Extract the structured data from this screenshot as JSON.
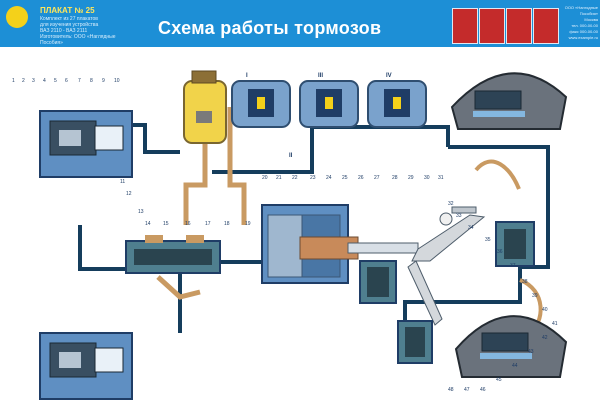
{
  "header": {
    "logo_icon": "car-logo-icon",
    "poster_number": "ПЛАКАТ № 25",
    "small_lines": [
      "Комплект из 27 плакатов",
      "для изучения устройства",
      "ВАЗ 2110 - ВАЗ 2111",
      "Изготовитель: ООО «Наглядные",
      "Пособия»"
    ],
    "title": "Схема работы тормозов",
    "right_info_lines": [
      "ООО «Наглядные",
      "Пособия»",
      "Москва",
      "тел. 000-00-00",
      "факс 000-00-00",
      "www.example.ru"
    ]
  },
  "diagram": {
    "roman_numerals": [
      "I",
      "II",
      "III",
      "IV"
    ],
    "part_numbers": [
      "1",
      "2",
      "3",
      "4",
      "5",
      "6",
      "7",
      "8",
      "9",
      "10",
      "11",
      "12",
      "13",
      "14",
      "15",
      "16",
      "17",
      "18",
      "19",
      "20",
      "21",
      "22",
      "23",
      "24",
      "25",
      "26",
      "27",
      "28",
      "29",
      "30",
      "31",
      "32",
      "33",
      "34",
      "35",
      "36",
      "37",
      "38",
      "39",
      "40",
      "41",
      "42",
      "43",
      "44",
      "45",
      "46",
      "47",
      "48"
    ],
    "colors": {
      "header": "#1d8fd6",
      "pipe": "#153d5c",
      "copper_tube": "#c99a62",
      "booster": "#5f8fc2",
      "master_cylinder": "#4f7f8f",
      "fluid": "#f1d34a",
      "drum": "#6a727c"
    }
  }
}
